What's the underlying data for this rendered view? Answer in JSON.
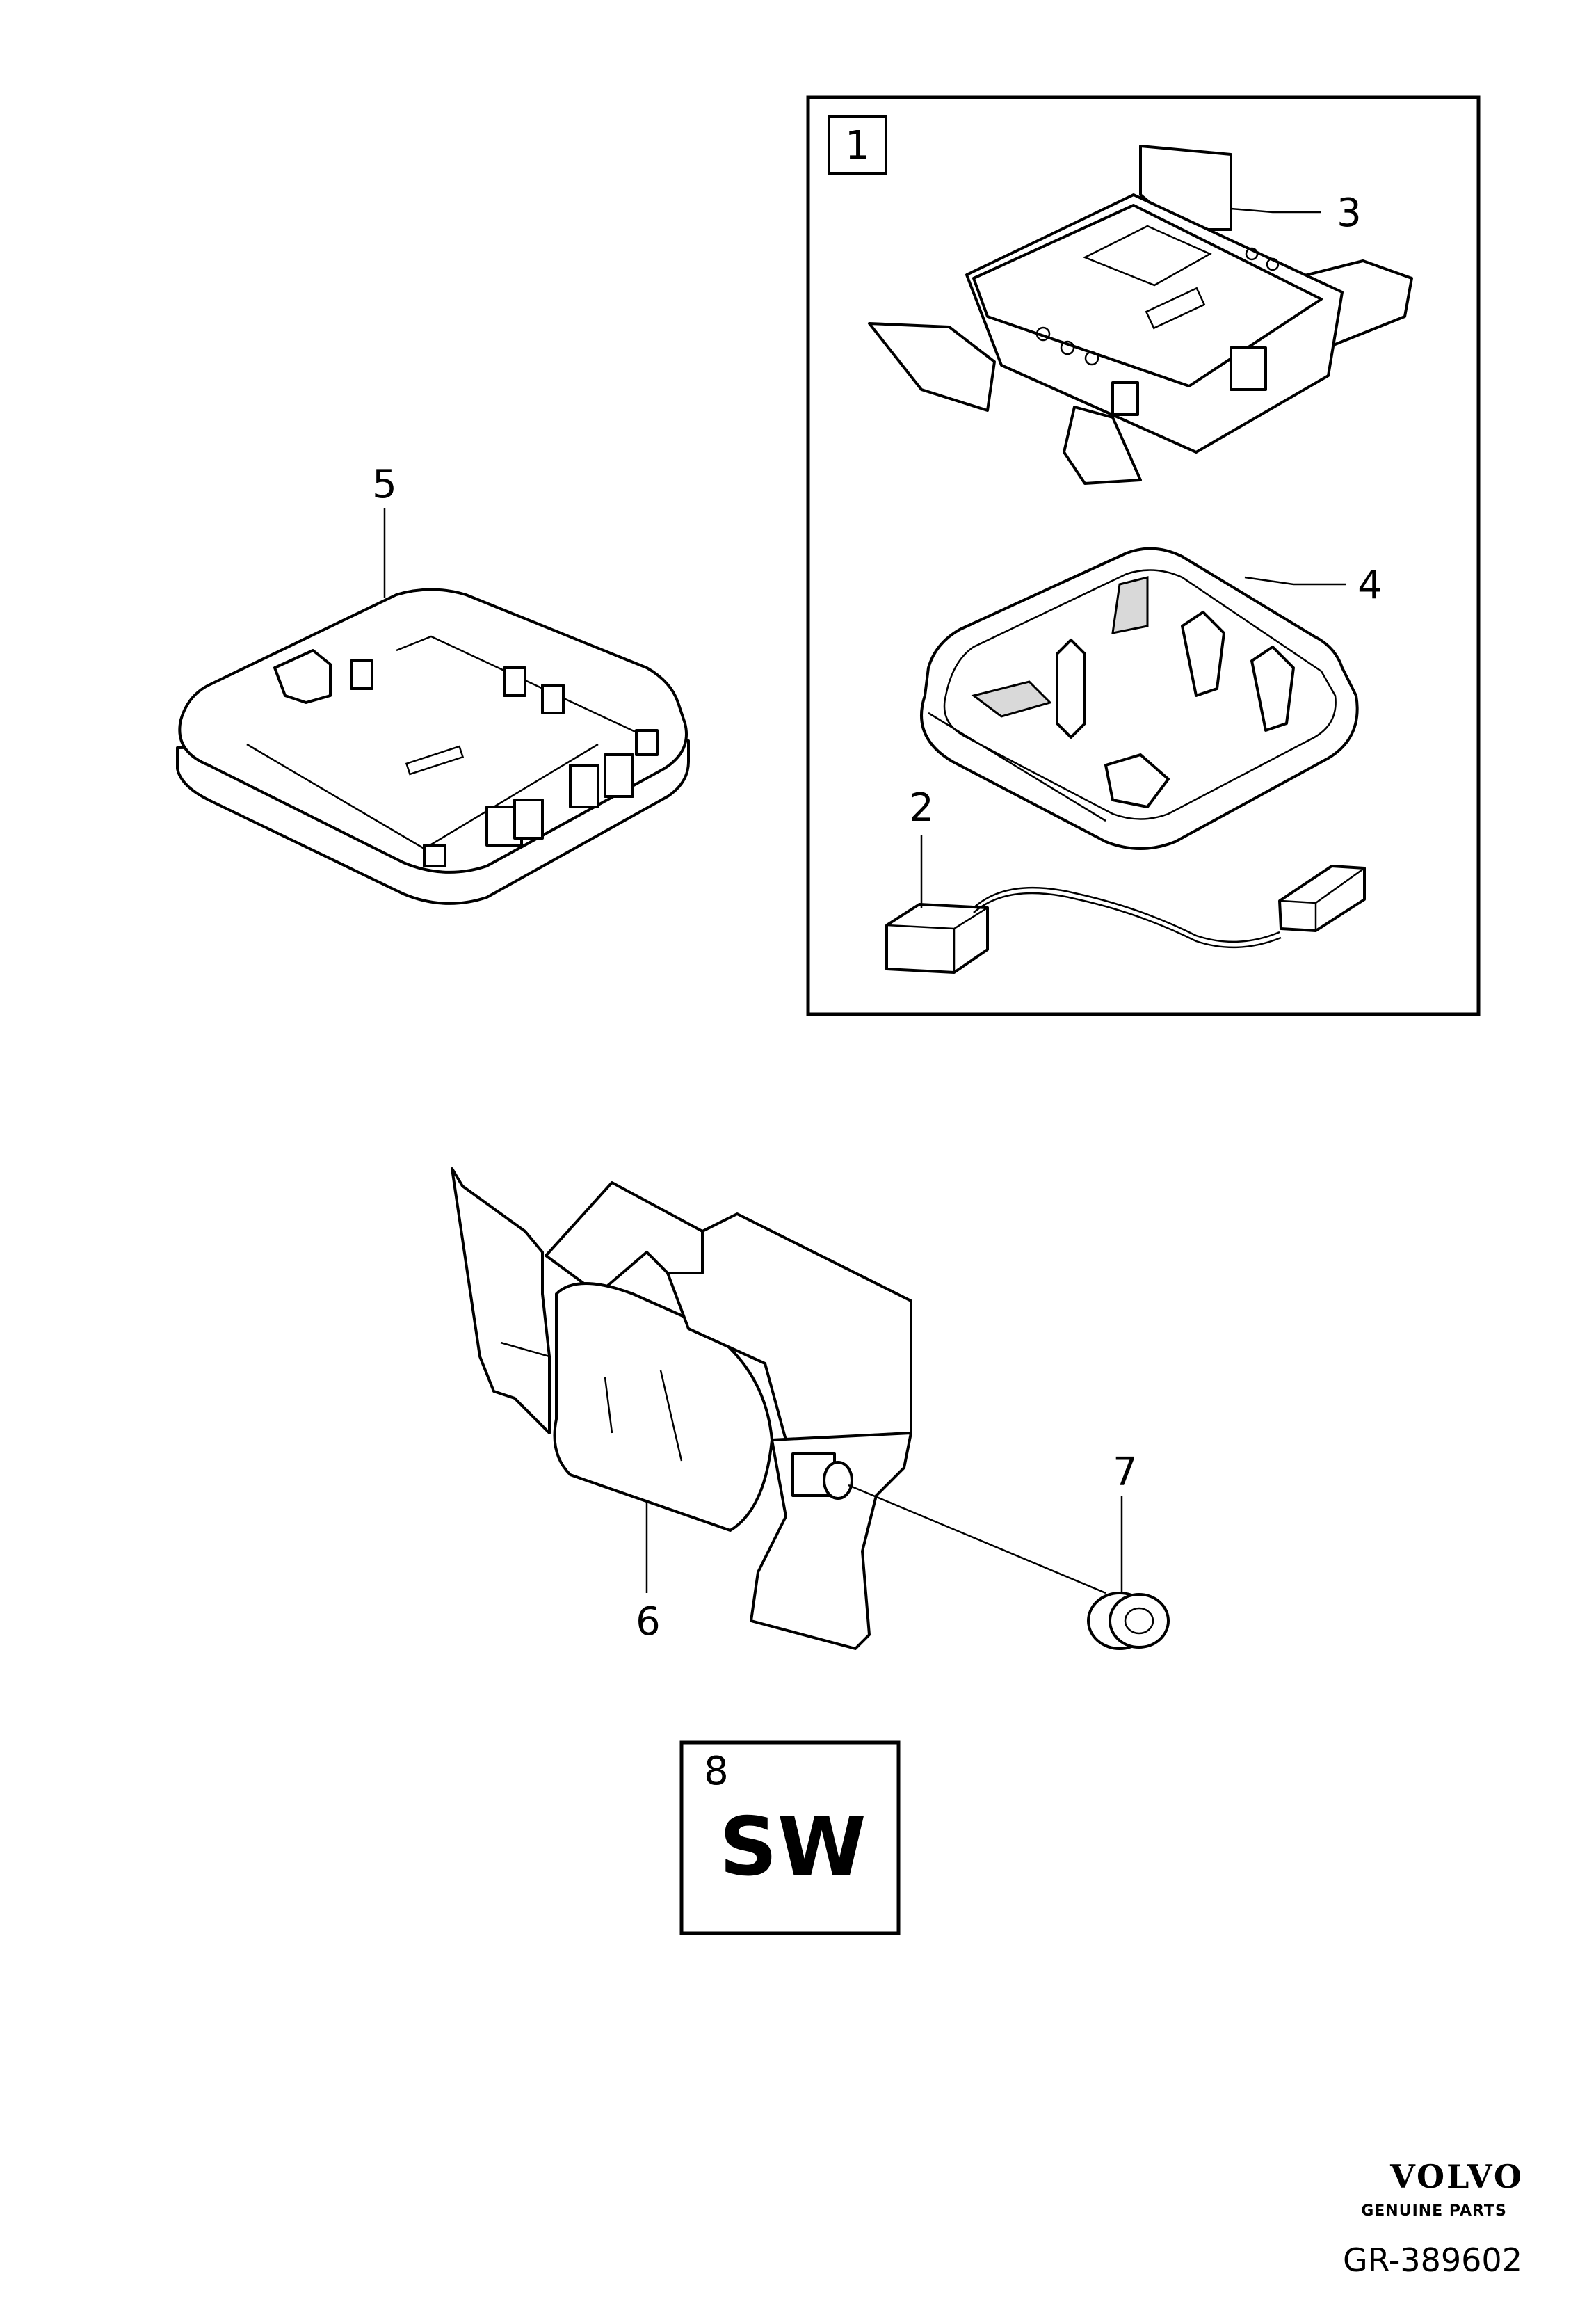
{
  "callouts": {
    "c1": "1",
    "c2": "2",
    "c3": "3",
    "c4": "4",
    "c5": "5",
    "c6": "6",
    "c7": "7",
    "c8": "8"
  },
  "software_box": {
    "code": "SW"
  },
  "brand": {
    "name": "VOLVO",
    "tagline": "GENUINE PARTS"
  },
  "reference": "GR-389602"
}
